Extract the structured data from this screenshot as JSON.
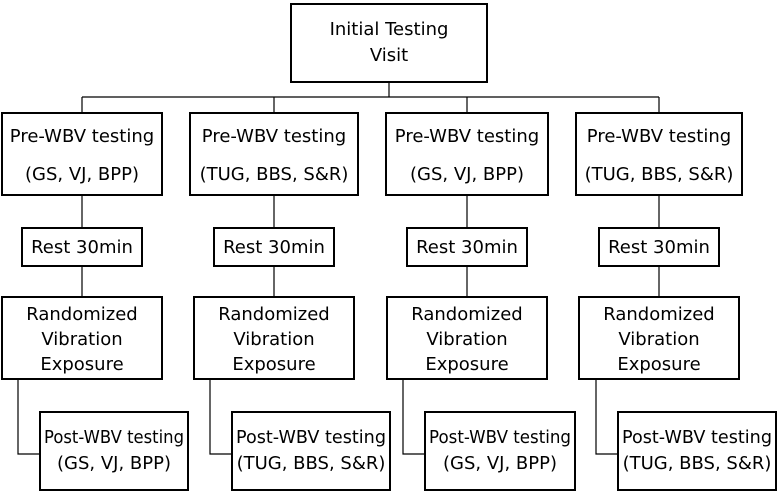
{
  "top": {
    "line1": "Initial Testing",
    "line2": "Visit"
  },
  "branches": [
    {
      "pre_title": "Pre-WBV testing",
      "pre_tests": "(GS, VJ, BPP)",
      "rest": "Rest 30min",
      "exposure": [
        "Randomized",
        "Vibration",
        "Exposure"
      ],
      "post_title": "Post-WBV testing",
      "post_tests": "(GS, VJ, BPP)"
    },
    {
      "pre_title": "Pre-WBV testing",
      "pre_tests": "(TUG, BBS, S&R)",
      "rest": "Rest 30min",
      "exposure": [
        "Randomized",
        "Vibration",
        "Exposure"
      ],
      "post_title": "Post-WBV testing",
      "post_tests": "(TUG, BBS, S&R)"
    },
    {
      "pre_title": "Pre-WBV testing",
      "pre_tests": "(GS, VJ, BPP)",
      "rest": "Rest 30min",
      "exposure": [
        "Randomized",
        "Vibration",
        "Exposure"
      ],
      "post_title": "Post-WBV testing",
      "post_tests": "(GS, VJ, BPP)"
    },
    {
      "pre_title": "Pre-WBV testing",
      "pre_tests": "(TUG, BBS, S&R)",
      "rest": "Rest 30min",
      "exposure": [
        "Randomized",
        "Vibration",
        "Exposure"
      ],
      "post_title": "Post-WBV testing",
      "post_tests": "(TUG, BBS, S&R)"
    }
  ]
}
